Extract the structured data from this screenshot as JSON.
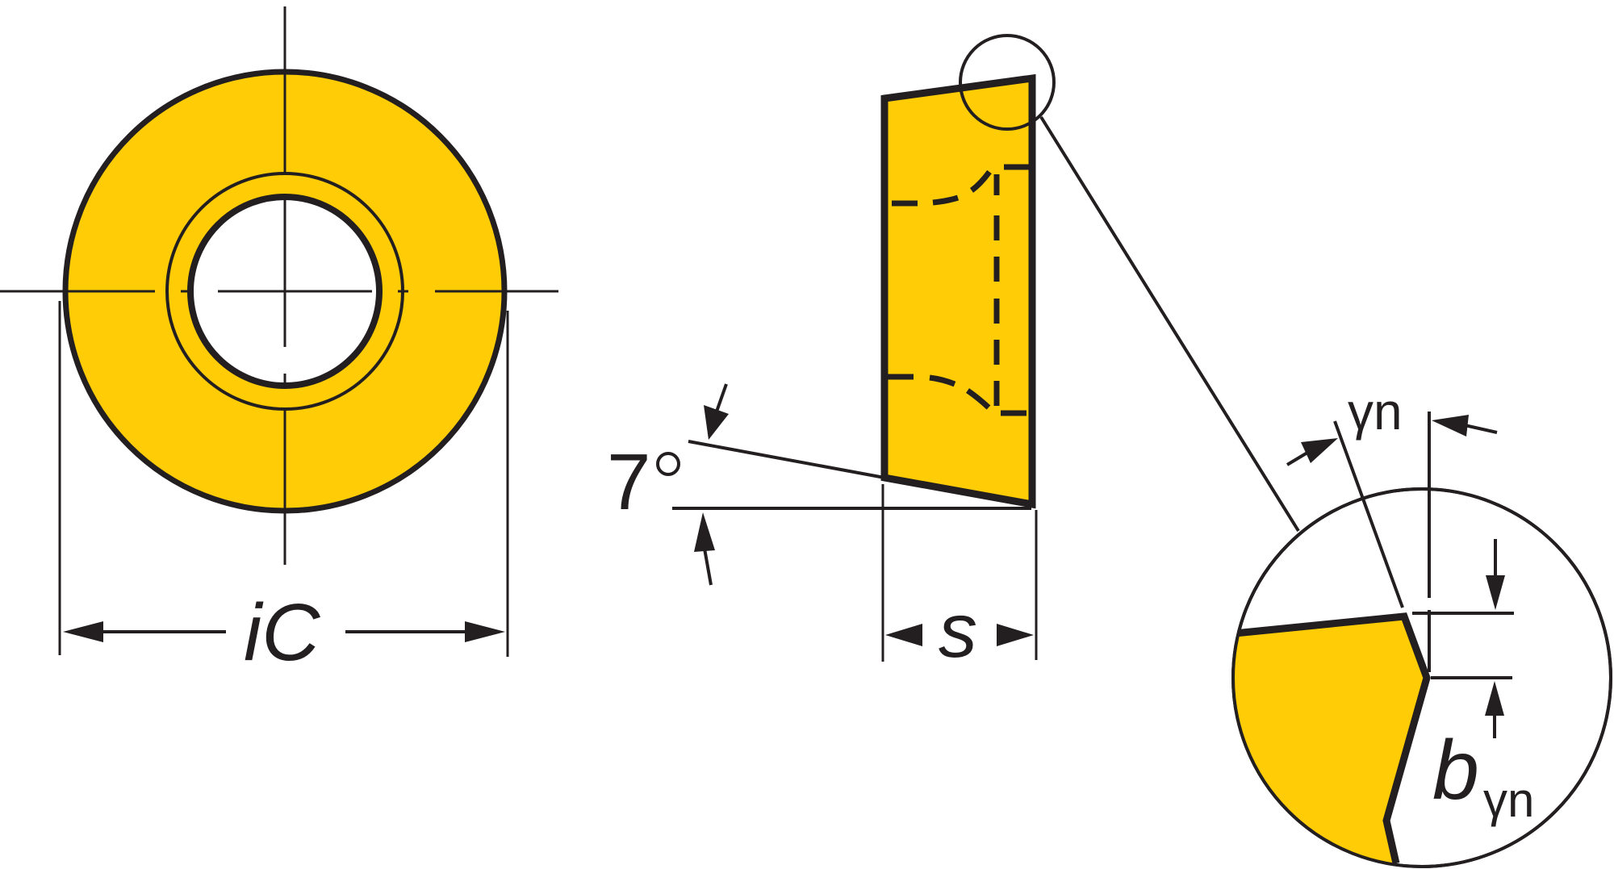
{
  "colors": {
    "insert_fill": "#FFCC05",
    "line": "#231F20",
    "background": "#FFFFFF"
  },
  "top_view": {
    "dimension_label_italic": "i",
    "dimension_label_main": "C",
    "dimension_name": "iC"
  },
  "side_view": {
    "clearance_angle_value": "7",
    "clearance_angle_unit": "°",
    "thickness_label": "s"
  },
  "detail_view": {
    "rake_angle_symbol": "γ",
    "rake_angle_subscript": "n",
    "land_width_symbol": "b",
    "land_width_subscript": "γn"
  }
}
